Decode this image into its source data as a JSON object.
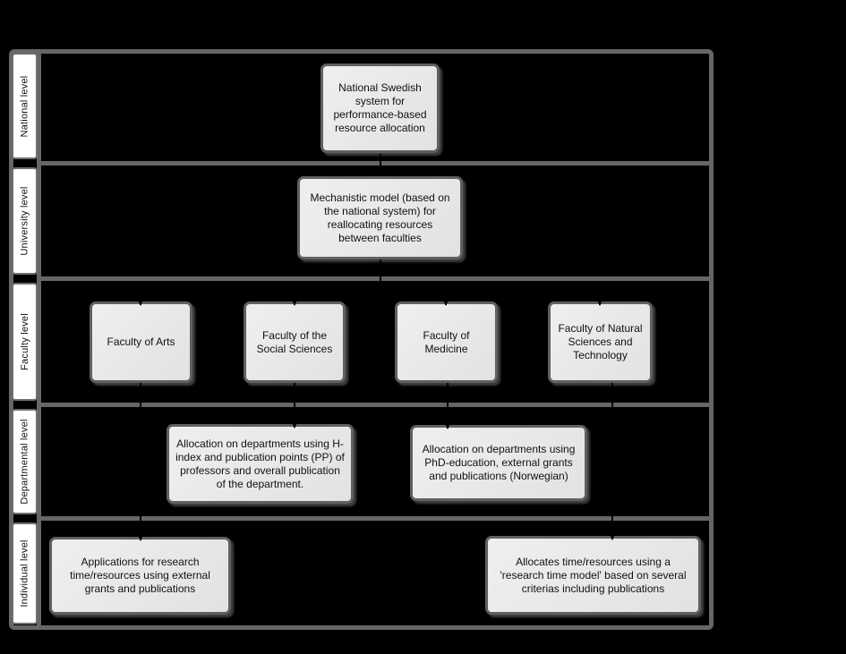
{
  "colors": {
    "background": "#000000",
    "grid_bar": "#666666",
    "node_fill": "#e6e6e6",
    "node_border": "#606060",
    "label_bg": "#ffffff",
    "text": "#111111"
  },
  "levels": [
    {
      "label": "National level"
    },
    {
      "label": "University level"
    },
    {
      "label": "Faculty level"
    },
    {
      "label": "Departmental level"
    },
    {
      "label": "Individual level"
    }
  ],
  "nodes": {
    "national": {
      "text": "National Swedish system for performance-based resource allocation"
    },
    "university": {
      "text": "Mechanistic model (based on the national system)  for reallocating resources between faculties"
    },
    "faculty_arts": {
      "text": "Faculty of Arts"
    },
    "faculty_social": {
      "text": "Faculty of the Social Sciences"
    },
    "faculty_medicine": {
      "text": "Faculty of Medicine"
    },
    "faculty_natural": {
      "text": "Faculty of Natural Sciences and Technology"
    },
    "dept_left": {
      "text": "Allocation on departments using H-index and publication points (PP) of professors and overall publication of the department."
    },
    "dept_right": {
      "text": "Allocation on departments using PhD-education, external grants and publications (Norwegian)"
    },
    "individual_left": {
      "text": "Applications for research time/resources using external grants and publications"
    },
    "individual_right": {
      "text": "Allocates time/resources using a 'research time model' based on several criterias including publications"
    }
  },
  "edges": [
    {
      "from": "national",
      "to": "university"
    },
    {
      "from": "university",
      "to": "faculty_arts"
    },
    {
      "from": "university",
      "to": "faculty_social"
    },
    {
      "from": "university",
      "to": "faculty_medicine"
    },
    {
      "from": "university",
      "to": "faculty_natural"
    },
    {
      "from": "faculty_arts",
      "to": "individual_left"
    },
    {
      "from": "faculty_social",
      "to": "dept_left"
    },
    {
      "from": "faculty_medicine",
      "to": "dept_right"
    },
    {
      "from": "faculty_natural",
      "to": "individual_right"
    }
  ]
}
